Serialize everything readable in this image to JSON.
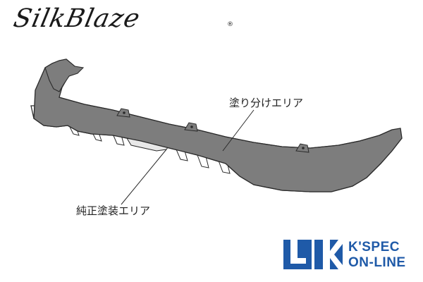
{
  "brand": {
    "logo_text": "SilkBlaze",
    "registered_mark": "®"
  },
  "callouts": {
    "top_label": "塗り分けエリア",
    "bottom_label": "純正塗装エリア"
  },
  "footer_logo": {
    "line1": "K'SPEC",
    "line2": "ON-LINE",
    "color": "#1f5aa8"
  },
  "colors": {
    "part_fill": "#7d7d7d",
    "part_outline": "#2a2a2a",
    "part_lower": "#ffffff"
  }
}
